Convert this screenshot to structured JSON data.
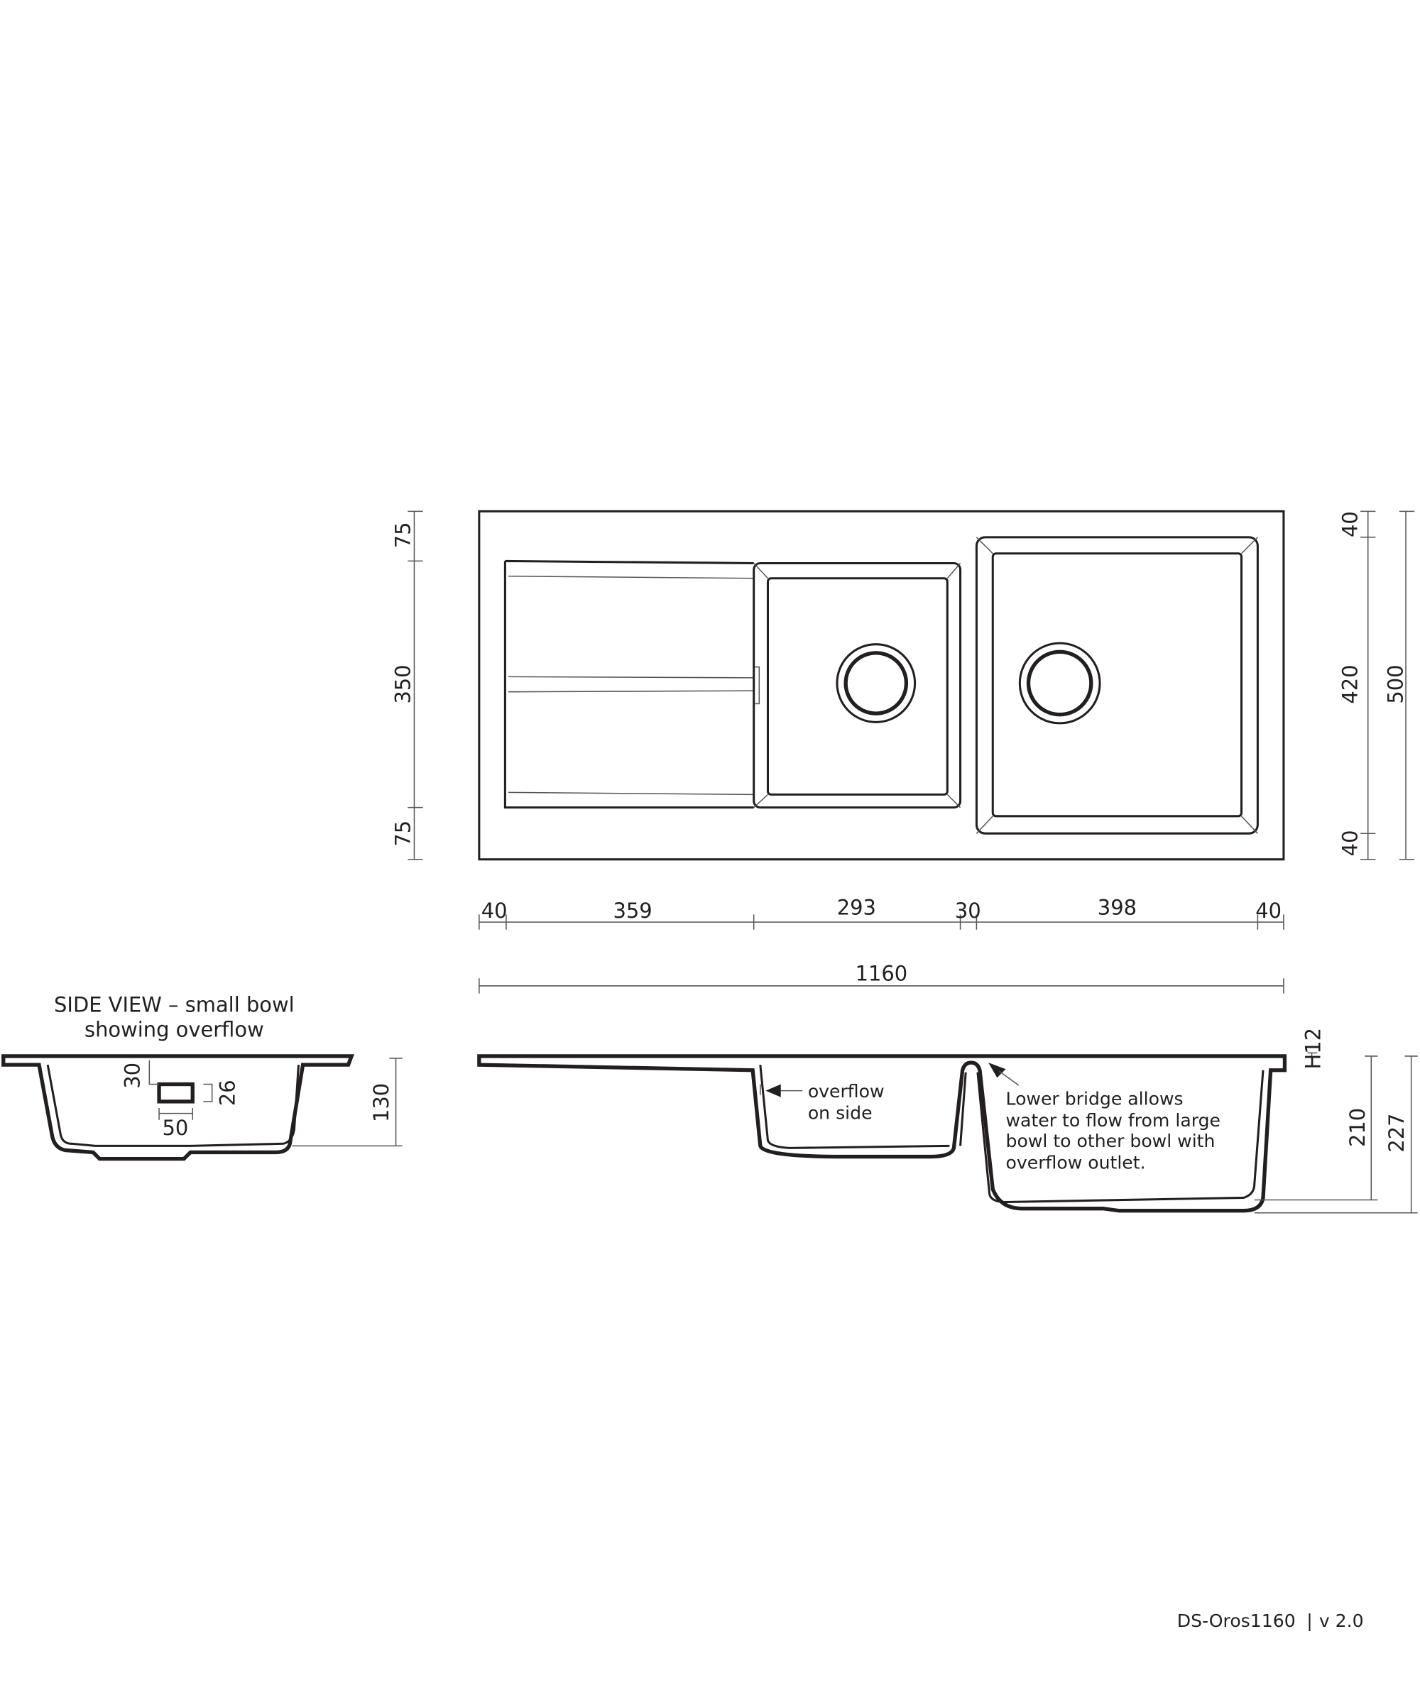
{
  "top_view": {
    "left_dims": [
      "75",
      "350",
      "75"
    ],
    "right_dims": [
      "40",
      "420",
      "40"
    ],
    "overall_depth": "500",
    "bottom_dims": [
      "40",
      "359",
      "293",
      "30",
      "398",
      "40"
    ],
    "overall_width": "1160"
  },
  "side_view_small": {
    "title_line1": "SIDE VIEW – small bowl",
    "title_line2": "showing overflow",
    "overflow_offset": "30",
    "overflow_height": "26",
    "overflow_width": "50",
    "depth": "130"
  },
  "side_view_main": {
    "overflow_note_line1": "overflow",
    "overflow_note_line2": "on side",
    "bridge_note": [
      "Lower bridge allows",
      "water to flow from large",
      "bowl to other bowl with",
      "overflow outlet."
    ],
    "rim_height": "H12",
    "bowl_depth": "210",
    "total_depth": "227"
  },
  "footer": {
    "doc_id": "DS-Oros1160",
    "separator": "|",
    "version": "v 2.0"
  }
}
